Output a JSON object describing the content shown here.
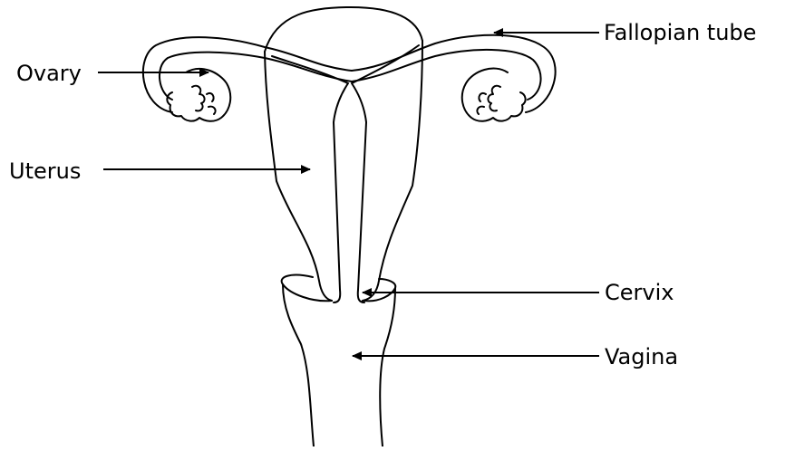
{
  "labels": {
    "ovary": "Ovary",
    "uterus": "Uterus",
    "fallopian_tube": "Fallopian tube",
    "cervix": "Cervix",
    "vagina": "Vagina"
  },
  "colors": {
    "line": "#000000",
    "background": "#ffffff"
  }
}
